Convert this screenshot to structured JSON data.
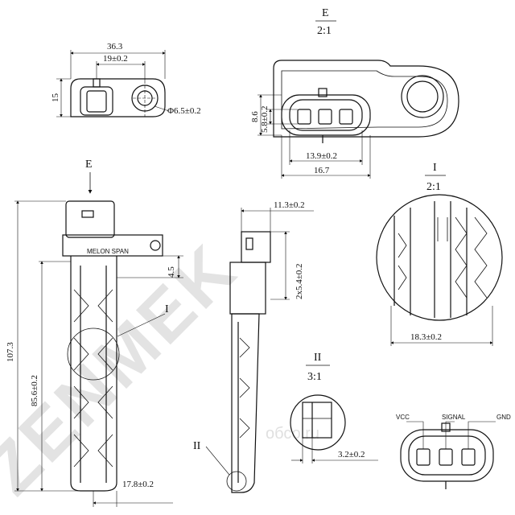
{
  "watermark": {
    "brand": "ZENMEK",
    "site": "oбсо.ru"
  },
  "top_view": {
    "dim_width": "36.3",
    "dim_center": "19±0.2",
    "dim_height": "15",
    "dim_hole": "Φ6.5±0.2"
  },
  "detail_e": {
    "title": "E",
    "scale": "2:1",
    "dim_h1": "8.6",
    "dim_h2": "5.8±0.2",
    "dim_w1": "13.9±0.2",
    "dim_w2": "16.7"
  },
  "front_view": {
    "view_marker": "E",
    "dim_total": "107.3",
    "dim_body": "85.6±0.2",
    "dim_offset": "4.5",
    "dim_tip": "17.8±0.2",
    "callout_i": "I",
    "label_text": "MELON SPAN"
  },
  "side_view": {
    "dim_top": "11.3±0.2",
    "dim_slot": "2x5.4±0.2",
    "callout_ii": "II"
  },
  "detail_i": {
    "title": "I",
    "scale": "2:1",
    "dim_width": "18.3±0.2"
  },
  "detail_ii": {
    "title": "II",
    "scale": "3:1",
    "dim_width": "3.2±0.2"
  },
  "pinout": {
    "vcc": "VCC",
    "signal": "SIGNAL",
    "gnd": "GND"
  }
}
